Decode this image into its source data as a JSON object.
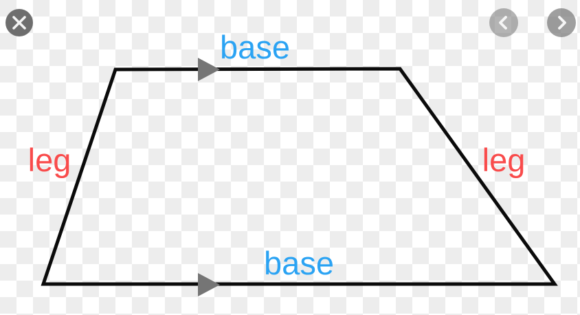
{
  "viewer": {
    "buttons": {
      "close": {
        "icon": "close-icon",
        "aria": "Close"
      },
      "previous": {
        "icon": "chevron-left-icon",
        "aria": "Previous"
      },
      "next": {
        "icon": "chevron-right-icon",
        "aria": "Next"
      }
    }
  },
  "diagram": {
    "type": "labeled-shape",
    "shape": "trapezoid",
    "labels": {
      "top_base": "base",
      "bottom_base": "base",
      "left_leg": "leg",
      "right_leg": "leg"
    },
    "colors": {
      "base_label": "#2ba3f3",
      "leg_label": "#f94b4b",
      "shape_outline": "#0b0b0b",
      "direction_arrow": "#757575",
      "checker_light": "#ffffff",
      "checker_dark": "#ededed",
      "close_button": "#6e6e6e",
      "nav_button": "#9e9e9e"
    }
  }
}
